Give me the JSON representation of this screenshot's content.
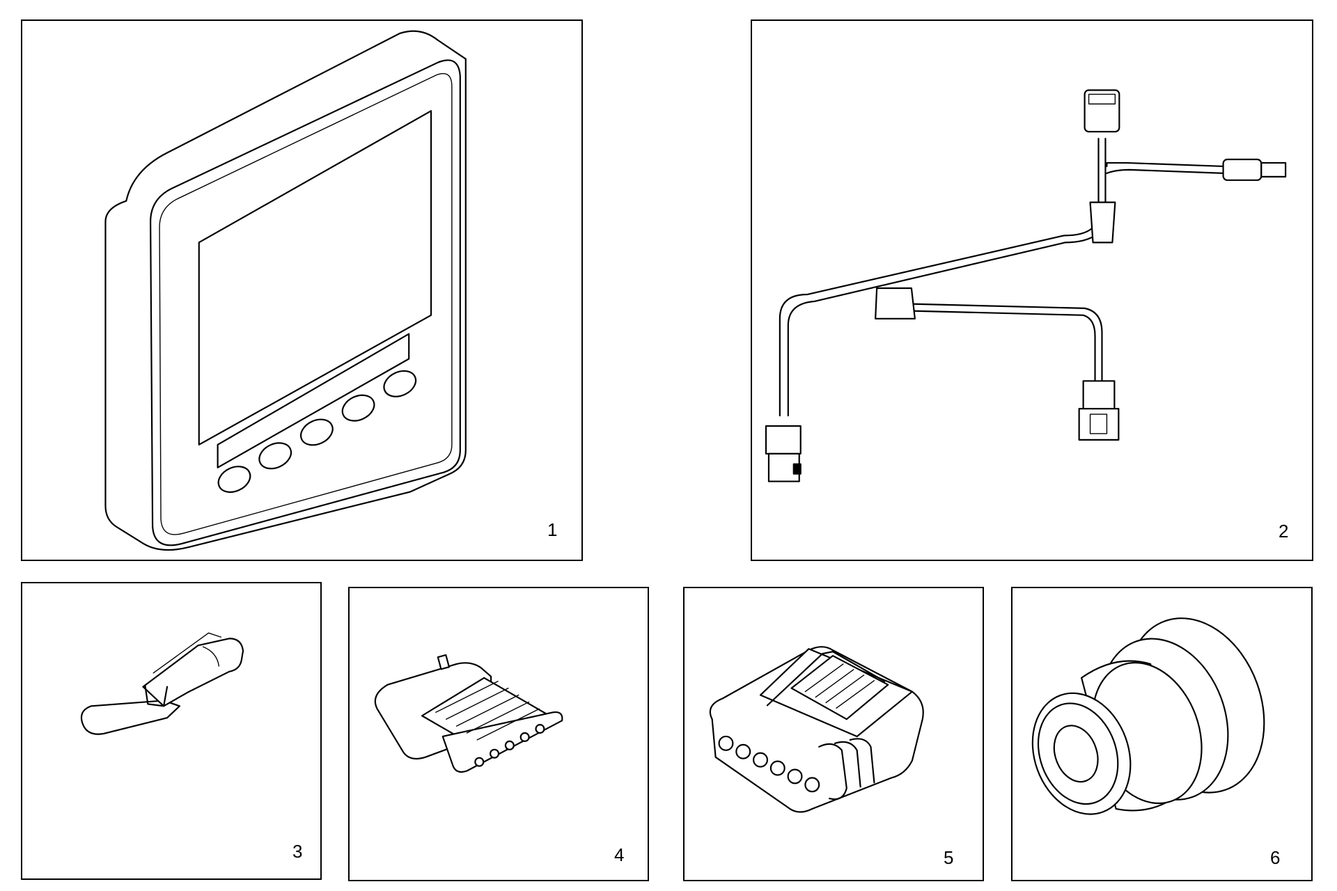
{
  "colors": {
    "line": "#000000",
    "background": "#ffffff"
  },
  "panels": [
    {
      "number": "1",
      "icon": "display-unit-icon"
    },
    {
      "number": "2",
      "icon": "wiring-harness-icon"
    },
    {
      "number": "3",
      "icon": "terminal-pin-icon"
    },
    {
      "number": "4",
      "icon": "connector-plug-icon"
    },
    {
      "number": "5",
      "icon": "connector-housing-icon"
    },
    {
      "number": "6",
      "icon": "rubber-seal-icon"
    }
  ]
}
